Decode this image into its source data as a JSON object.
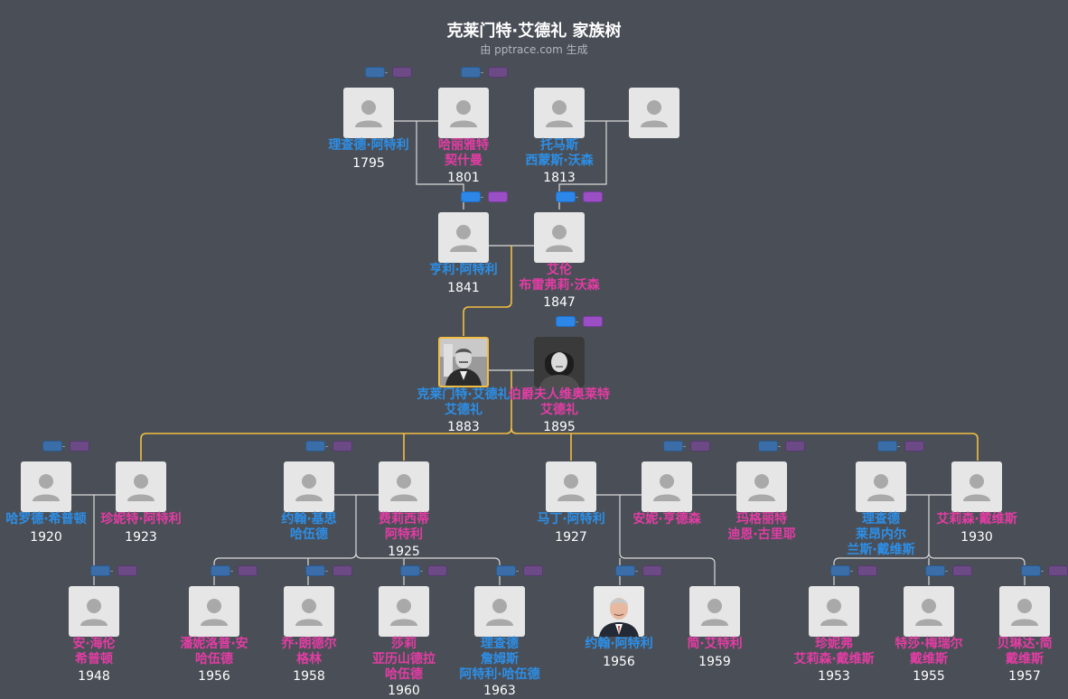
{
  "title": "克莱门特·艾德礼 家族树",
  "subtitle": "由 pptrace.com 生成",
  "colors": {
    "male": "#2c8fe9",
    "female": "#e43ca4",
    "line": "#d9d9d9",
    "lineage": "#f1be41",
    "background": "#4a4f57"
  },
  "people": {
    "richard": {
      "name": "理查德·阿特利",
      "year": "1795",
      "gender": "m"
    },
    "harriet": {
      "name": "哈丽雅特\n契什曼",
      "year": "1801",
      "gender": "f"
    },
    "thomas": {
      "name": "托马斯\n西蒙斯·沃森",
      "year": "1813",
      "gender": "m"
    },
    "unknown": {
      "name": "",
      "year": "",
      "gender": "f"
    },
    "henry": {
      "name": "亨利·阿特利",
      "year": "1841",
      "gender": "m"
    },
    "ellen": {
      "name": "艾伦\n布雷弗莉·沃森",
      "year": "1847",
      "gender": "f"
    },
    "clement": {
      "name": "克莱门特·艾德礼\n艾德礼",
      "year": "1883",
      "gender": "m"
    },
    "violet": {
      "name": "伯爵夫人维奥莱特\n艾德礼",
      "year": "1895",
      "gender": "f"
    },
    "harold": {
      "name": "哈罗德·希普顿",
      "year": "1920",
      "gender": "m"
    },
    "janet": {
      "name": "珍妮特·阿特利",
      "year": "1923",
      "gender": "f"
    },
    "john_keith": {
      "name": "约翰·基思\n哈伍德",
      "year": "",
      "gender": "m"
    },
    "felicity": {
      "name": "费莉西蒂\n阿特利",
      "year": "1925",
      "gender": "f"
    },
    "martin": {
      "name": "马丁·阿特利",
      "year": "1927",
      "gender": "m"
    },
    "anne": {
      "name": "安妮·亨德森",
      "year": "",
      "gender": "f"
    },
    "margaret": {
      "name": "玛格丽特\n迪恩·古里耶",
      "year": "",
      "gender": "f"
    },
    "richard_dl": {
      "name": "理查德\n莱昂内尔\n兰斯·戴维斯",
      "year": "",
      "gender": "m"
    },
    "alison": {
      "name": "艾莉森·戴维斯",
      "year": "1930",
      "gender": "f"
    },
    "ann_h": {
      "name": "安·海伦\n希普顿",
      "year": "1948",
      "gender": "f"
    },
    "penny": {
      "name": "潘妮洛普·安\n哈伍德",
      "year": "1956",
      "gender": "f"
    },
    "jo": {
      "name": "乔·朗德尔\n格林",
      "year": "1958",
      "gender": "f"
    },
    "sally": {
      "name": "莎莉\n亚历山德拉\n哈伍德",
      "year": "1960",
      "gender": "f"
    },
    "richard_j": {
      "name": "理查德\n詹姆斯\n阿特利·哈伍德",
      "year": "1963",
      "gender": "m"
    },
    "john_a": {
      "name": "约翰·阿特利",
      "year": "1956",
      "gender": "m"
    },
    "jane": {
      "name": "简·艾特利",
      "year": "1959",
      "gender": "f"
    },
    "jennifer": {
      "name": "珍妮弗\n艾莉森·戴维斯",
      "year": "1953",
      "gender": "f"
    },
    "teresa": {
      "name": "特莎·梅瑞尔\n戴维斯",
      "year": "1955",
      "gender": "f"
    },
    "belinda": {
      "name": "贝琳达·简\n戴维斯",
      "year": "1957",
      "gender": "f"
    }
  }
}
